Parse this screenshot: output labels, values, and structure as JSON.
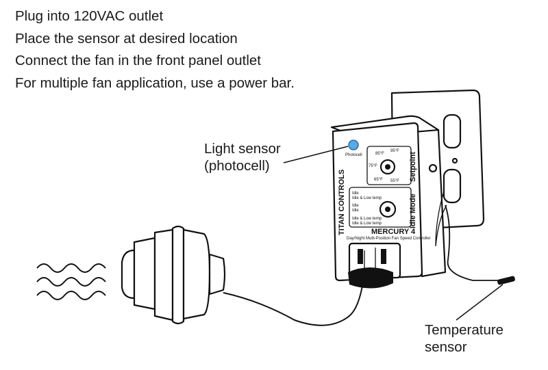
{
  "instructions": [
    "Plug into 120VAC outlet",
    "Place the sensor at desired location",
    "Connect the fan in the front panel outlet",
    "For multiple fan application, use a power bar."
  ],
  "callouts": {
    "light_sensor": [
      "Light sensor",
      "(photocell)"
    ],
    "temperature_sensor": [
      "Temperature",
      "sensor"
    ]
  },
  "device": {
    "brand": "TITAN CONTROLS",
    "model": "MERCURY 4",
    "subtitle": "Day/Night Multi-Position Fan Speed Controller",
    "photocell_label": "Photocell",
    "setpoint_label": "Setpoint",
    "idle_mode_label": "Idle Mode",
    "setpoint_temps": [
      "85°F",
      "95°F",
      "75°F",
      "65°F",
      "55°F"
    ],
    "idle_options": [
      "Idle",
      "Idle & Low temp",
      "Idle",
      "Idle",
      "Idle & Low temp",
      "Idle & Low temp"
    ]
  },
  "colors": {
    "photocell": "#5aa9e6",
    "ink": "#111111"
  }
}
